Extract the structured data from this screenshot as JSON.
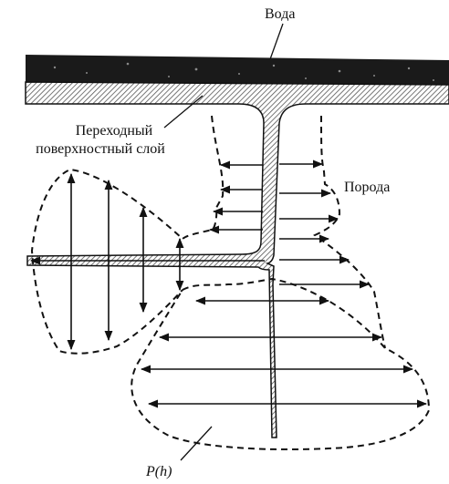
{
  "labels": {
    "water": "Вода",
    "transition_layer_line1": "Переходный",
    "transition_layer_line2": "поверхностный слой",
    "rock": "Порода",
    "pressure": "P(h)"
  },
  "colors": {
    "ink": "#111111",
    "water_band": "#1a1a1a",
    "hatch": "#555555",
    "background": "#ffffff"
  }
}
